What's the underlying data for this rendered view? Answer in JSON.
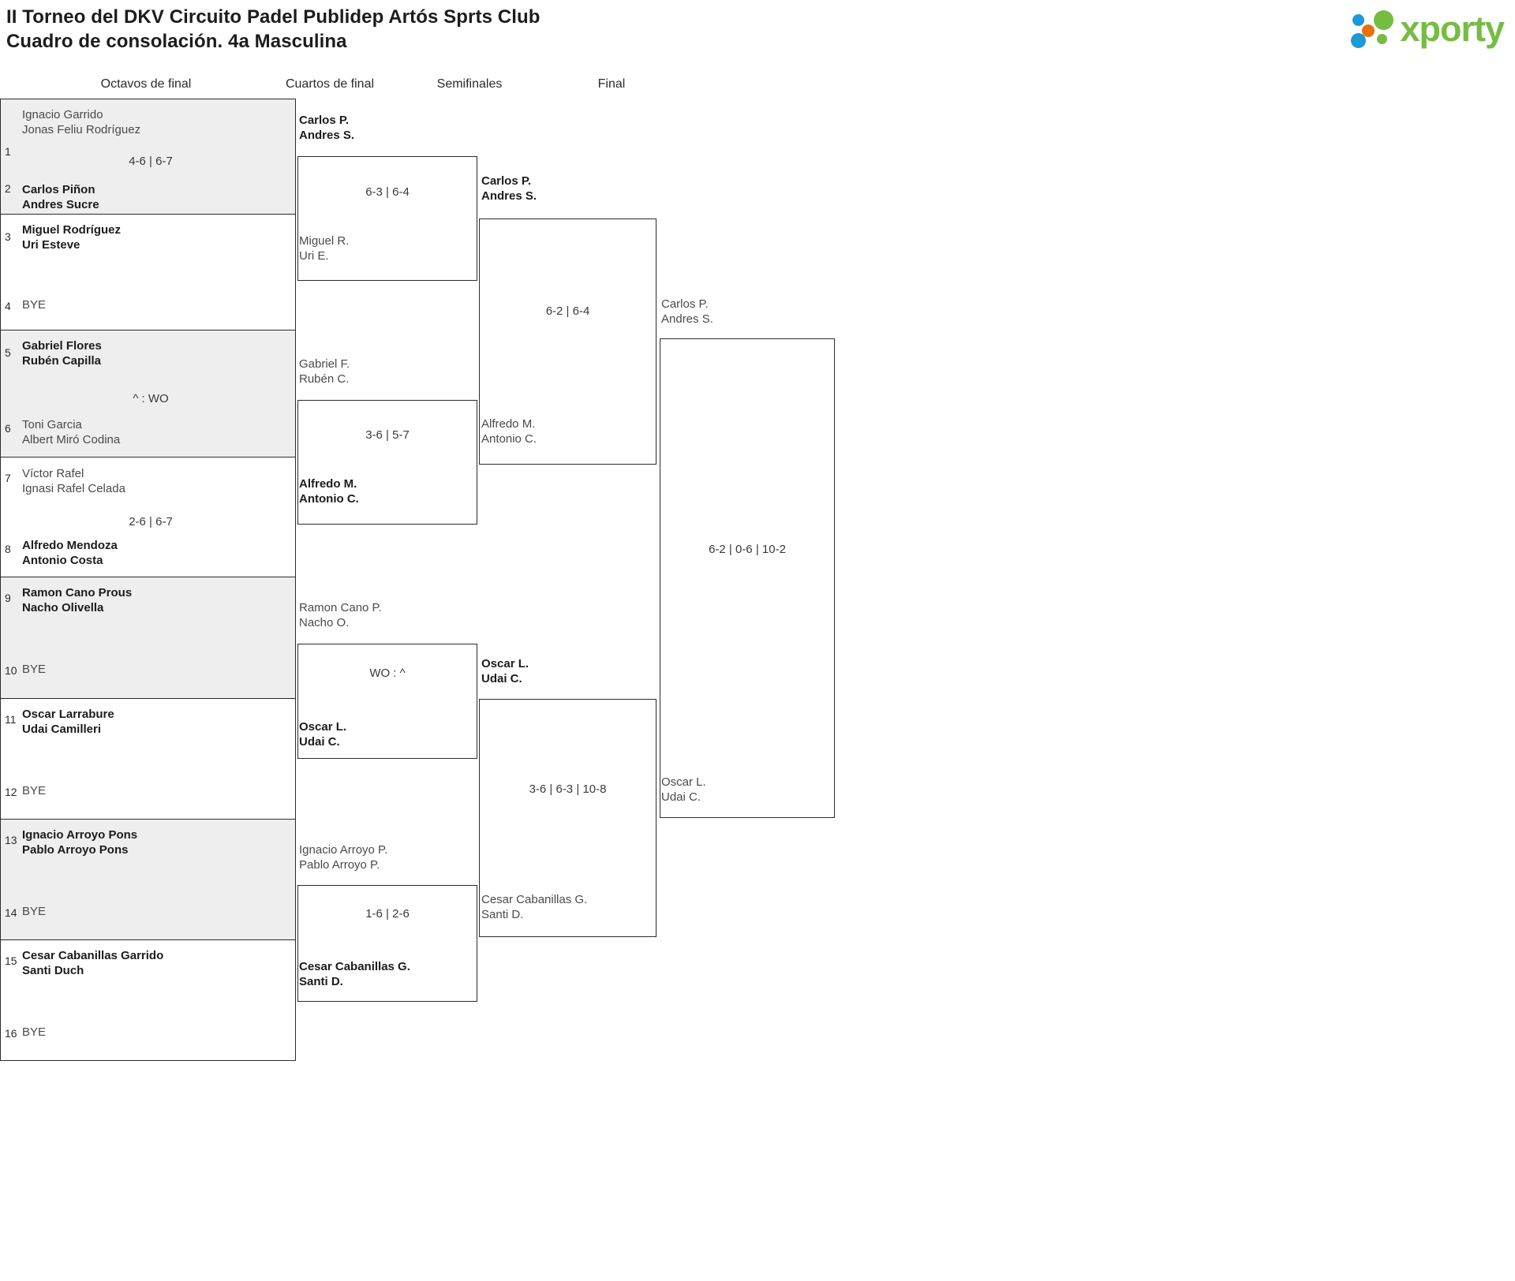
{
  "header": {
    "title_line1": "II Torneo del DKV Circuito Padel Publidep Artós Sprts Club",
    "title_line2": "Cuadro de consolación. 4a Masculina",
    "logo_text": "xporty"
  },
  "rounds": [
    {
      "label": "Octavos de final"
    },
    {
      "label": "Cuartos de final"
    },
    {
      "label": "Semifinales"
    },
    {
      "label": "Final"
    }
  ],
  "round1": {
    "matches": [
      {
        "score": "4-6 | 6-7",
        "top": {
          "seed": "1",
          "p1": "Ignacio Garrido",
          "p2": "Jonas Feliu Rodríguez",
          "result": "lose"
        },
        "bottom": {
          "seed": "2",
          "p1": "Carlos Piñon",
          "p2": "Andres Sucre",
          "result": "win"
        }
      },
      {
        "score": "",
        "top": {
          "seed": "3",
          "p1": "Miguel Rodríguez",
          "p2": "Uri Esteve",
          "result": "win"
        },
        "bottom": {
          "seed": "4",
          "p1": "BYE",
          "p2": "",
          "result": "bye"
        }
      },
      {
        "score": "^ : WO",
        "top": {
          "seed": "5",
          "p1": "Gabriel Flores",
          "p2": "Rubén Capilla",
          "result": "win"
        },
        "bottom": {
          "seed": "6",
          "p1": "Toni Garcia",
          "p2": "Albert Miró Codina",
          "result": "lose"
        }
      },
      {
        "score": "2-6 | 6-7",
        "top": {
          "seed": "7",
          "p1": "Víctor Rafel",
          "p2": "Ignasi Rafel Celada",
          "result": "lose"
        },
        "bottom": {
          "seed": "8",
          "p1": "Alfredo Mendoza",
          "p2": "Antonio Costa",
          "result": "win"
        }
      },
      {
        "score": "",
        "top": {
          "seed": "9",
          "p1": "Ramon Cano Prous",
          "p2": "Nacho Olivella",
          "result": "win"
        },
        "bottom": {
          "seed": "10",
          "p1": "BYE",
          "p2": "",
          "result": "bye"
        }
      },
      {
        "score": "",
        "top": {
          "seed": "11",
          "p1": "Oscar Larrabure",
          "p2": "Udai Camilleri",
          "result": "win"
        },
        "bottom": {
          "seed": "12",
          "p1": "BYE",
          "p2": "",
          "result": "bye"
        }
      },
      {
        "score": "",
        "top": {
          "seed": "13",
          "p1": "Ignacio Arroyo Pons",
          "p2": "Pablo Arroyo Pons",
          "result": "win"
        },
        "bottom": {
          "seed": "14",
          "p1": "BYE",
          "p2": "",
          "result": "bye"
        }
      },
      {
        "score": "",
        "top": {
          "seed": "15",
          "p1": "Cesar Cabanillas Garrido",
          "p2": "Santi Duch",
          "result": "win"
        },
        "bottom": {
          "seed": "16",
          "p1": "BYE",
          "p2": "",
          "result": "bye"
        }
      }
    ]
  },
  "round2": {
    "matches": [
      {
        "score": "6-3 | 6-4",
        "top": {
          "p1": "Carlos P.",
          "p2": "Andres S.",
          "result": "win"
        },
        "bottom": {
          "p1": "Miguel R.",
          "p2": "Uri E.",
          "result": "lose"
        }
      },
      {
        "score": "3-6 | 5-7",
        "top": {
          "p1": "Gabriel F.",
          "p2": "Rubén C.",
          "result": "lose"
        },
        "bottom": {
          "p1": "Alfredo M.",
          "p2": "Antonio C.",
          "result": "win"
        }
      },
      {
        "score": "WO : ^",
        "top": {
          "p1": "Ramon Cano P.",
          "p2": "Nacho O.",
          "result": "lose"
        },
        "bottom": {
          "p1": "Oscar L.",
          "p2": "Udai C.",
          "result": "win"
        }
      },
      {
        "score": "1-6 | 2-6",
        "top": {
          "p1": "Ignacio Arroyo P.",
          "p2": "Pablo Arroyo P.",
          "result": "lose"
        },
        "bottom": {
          "p1": "Cesar Cabanillas G.",
          "p2": "Santi D.",
          "result": "win"
        }
      }
    ]
  },
  "round3": {
    "matches": [
      {
        "score": "6-2 | 6-4",
        "top": {
          "p1": "Carlos P.",
          "p2": "Andres S.",
          "result": "win"
        },
        "bottom": {
          "p1": "Alfredo M.",
          "p2": "Antonio C.",
          "result": "lose"
        }
      },
      {
        "score": "3-6 | 6-3 | 10-8",
        "top": {
          "p1": "Oscar L.",
          "p2": "Udai C.",
          "result": "win"
        },
        "bottom": {
          "p1": "Cesar Cabanillas G.",
          "p2": "Santi D.",
          "result": "lose"
        }
      }
    ]
  },
  "round4": {
    "matches": [
      {
        "score": "6-2 | 0-6 | 10-2",
        "top": {
          "p1": "Carlos P.",
          "p2": "Andres S.",
          "result": "lose"
        },
        "bottom": {
          "p1": "Oscar L.",
          "p2": "Udai C.",
          "result": "lose"
        }
      }
    ]
  }
}
